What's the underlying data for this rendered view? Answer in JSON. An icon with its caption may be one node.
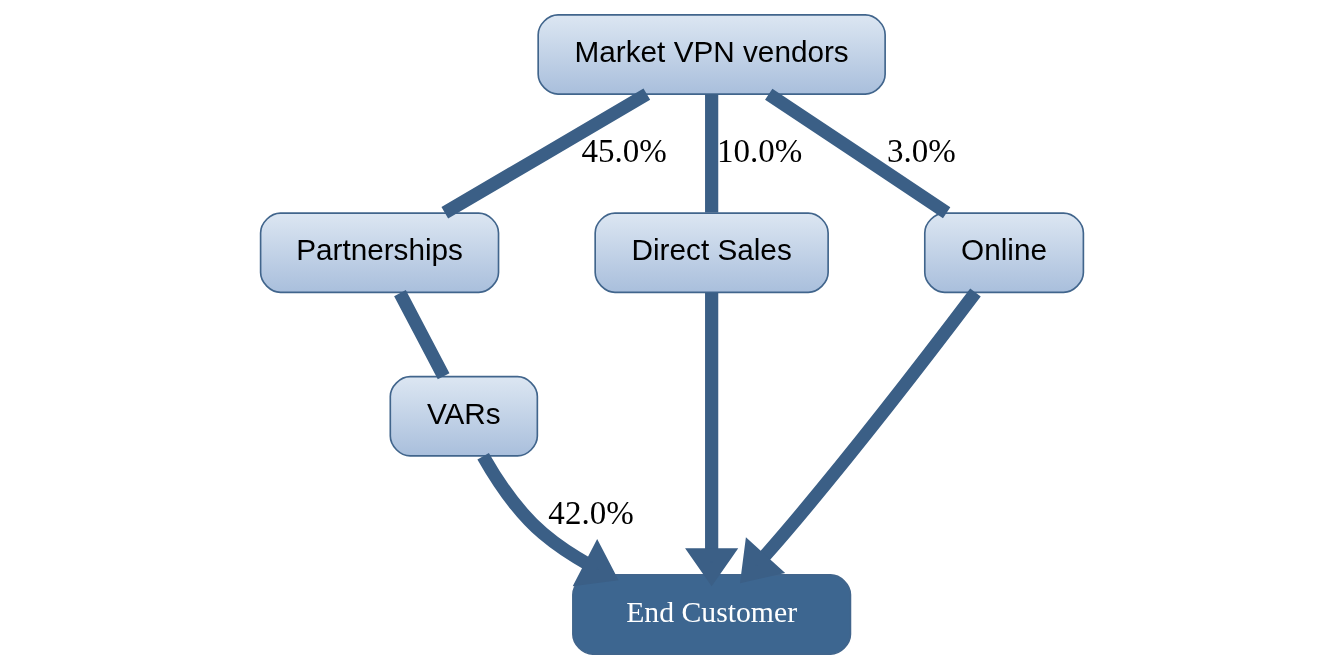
{
  "diagram": {
    "nodes": [
      {
        "text": [
          "Market VPN vendors"
        ]
      },
      {
        "text": [
          "Partnerships"
        ]
      },
      {
        "text": [
          "Direct Sales"
        ]
      },
      {
        "text": [
          "Online"
        ]
      },
      {
        "text": [
          "VARs"
        ]
      },
      {
        "text": [
          "End Customer"
        ]
      }
    ],
    "edges": [
      {
        "from": 0,
        "to": 1,
        "arrow": "none",
        "label": "45.0%"
      },
      {
        "from": 1,
        "to": 4,
        "arrow": "none"
      },
      {
        "from": 4,
        "to": 5,
        "arrow": "to",
        "label": "42.0%"
      },
      {
        "from": 0,
        "to": 2,
        "arrow": "none",
        "label": "10.0%"
      },
      {
        "from": 2,
        "to": 5,
        "arrow": "to"
      },
      {
        "from": 0,
        "to": 3,
        "arrow": "none",
        "label": "3.0%"
      },
      {
        "from": 3,
        "to": 5,
        "arrow": "to"
      }
    ]
  }
}
